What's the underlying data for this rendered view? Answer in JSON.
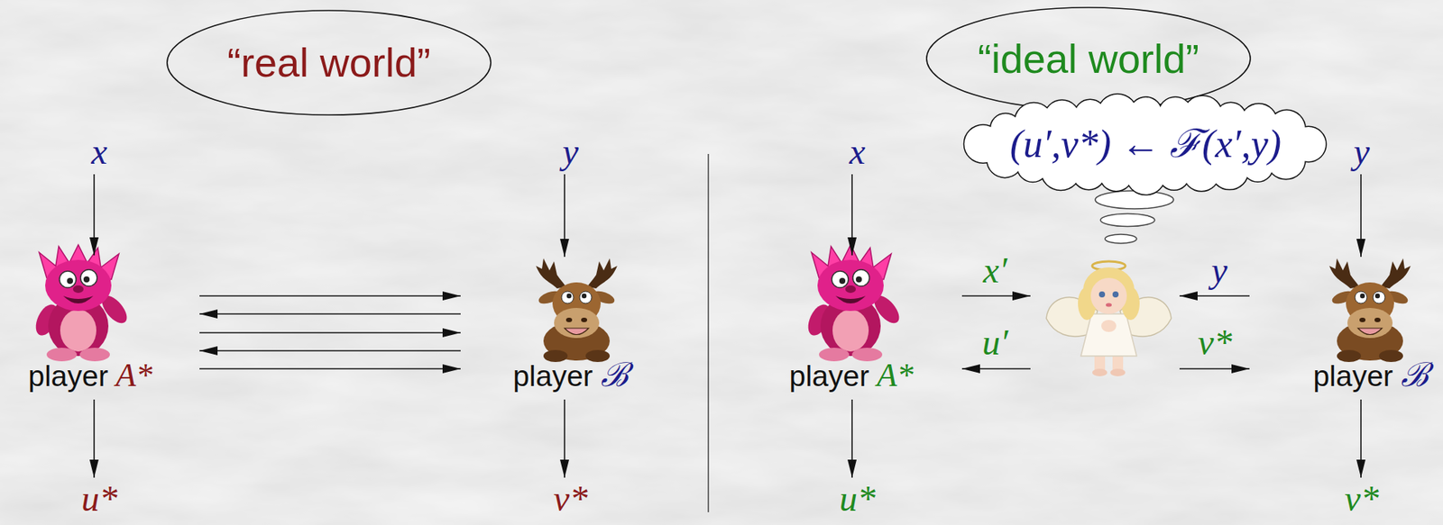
{
  "diagram": {
    "nodes": [
      {
        "text": [
          "“real world”"
        ]
      },
      {
        "text": [
          "“ideal world”"
        ]
      },
      {
        "text": [
          "(u′,v*) ← ℱ(x′,y)"
        ]
      },
      {
        "text": [
          "player",
          "A*"
        ]
      },
      {
        "text": [
          "player",
          "ℬ"
        ]
      },
      {
        "text": [
          "player",
          "A*"
        ]
      },
      {
        "text": [
          "player",
          "ℬ"
        ]
      }
    ],
    "edges": [
      {
        "from": 3,
        "to": 4,
        "arrow": "to"
      },
      {
        "from": 4,
        "to": 3,
        "arrow": "to"
      },
      {
        "from": 3,
        "to": 4,
        "arrow": "to"
      },
      {
        "from": 4,
        "to": 3,
        "arrow": "to"
      },
      {
        "from": 3,
        "to": 4,
        "arrow": "to"
      }
    ],
    "labels": [
      "x",
      "y",
      "x",
      "y",
      "x′",
      "y",
      "u′",
      "v*",
      "u*",
      "v*",
      "u*",
      "v*"
    ]
  }
}
